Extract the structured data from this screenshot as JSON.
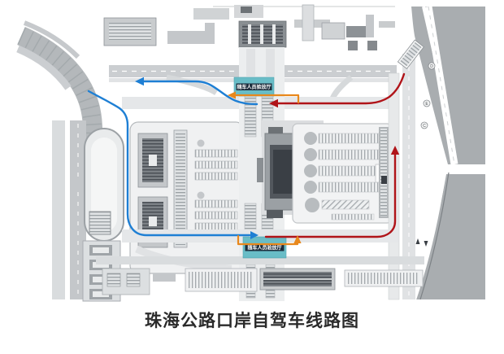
{
  "caption": {
    "text": "珠海公路口岸自驾车线路图"
  },
  "halls": {
    "north_label": "随车人员验放厅",
    "south_label": "随车人员验放厅",
    "fill": "#58b7c2",
    "label_bg": "#1c2d3c",
    "label_text_color": "#ffffff"
  },
  "routes": {
    "blue": {
      "id": "blue-route",
      "color": "#1e7fd4"
    },
    "red": {
      "id": "red-route",
      "color": "#b01419"
    },
    "orange": {
      "id": "orange-route",
      "color": "#e8881c"
    }
  },
  "road_markers": [
    "D",
    "E",
    "C"
  ]
}
